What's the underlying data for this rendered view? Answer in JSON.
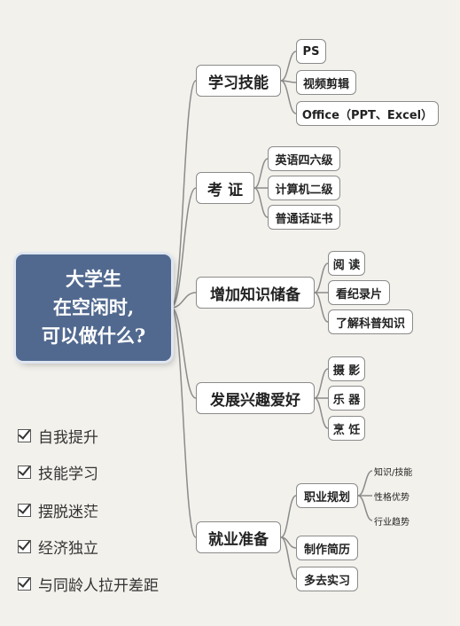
{
  "root": {
    "line1": "大学生",
    "line2": "在空闲时,",
    "line3": "可以做什么?"
  },
  "branches": [
    {
      "label": "学习技能",
      "children": [
        {
          "label": "PS"
        },
        {
          "label": "视频剪辑"
        },
        {
          "label": "Office（PPT、Excel）"
        }
      ]
    },
    {
      "label": "考 证",
      "children": [
        {
          "label": "英语四六级"
        },
        {
          "label": "计算机二级"
        },
        {
          "label": "普通话证书"
        }
      ]
    },
    {
      "label": "增加知识储备",
      "children": [
        {
          "label": "阅 读"
        },
        {
          "label": "看纪录片"
        },
        {
          "label": "了解科普知识"
        }
      ]
    },
    {
      "label": "发展兴趣爱好",
      "children": [
        {
          "label": "摄 影"
        },
        {
          "label": "乐 器"
        },
        {
          "label": "烹 饪"
        }
      ]
    },
    {
      "label": "就业准备",
      "children": [
        {
          "label": "职业规划",
          "children": [
            {
              "label": "知识/技能"
            },
            {
              "label": "性格优势"
            },
            {
              "label": "行业趋势"
            }
          ]
        },
        {
          "label": "制作简历"
        },
        {
          "label": "多去实习"
        }
      ]
    }
  ],
  "checklist": [
    "自我提升",
    "技能学习",
    "摆脱迷茫",
    "经济独立",
    "与同龄人拉开差距"
  ],
  "colors": {
    "root_bg": "#51698f",
    "line": "#8b8b8b",
    "background": "#f3f1ec"
  }
}
